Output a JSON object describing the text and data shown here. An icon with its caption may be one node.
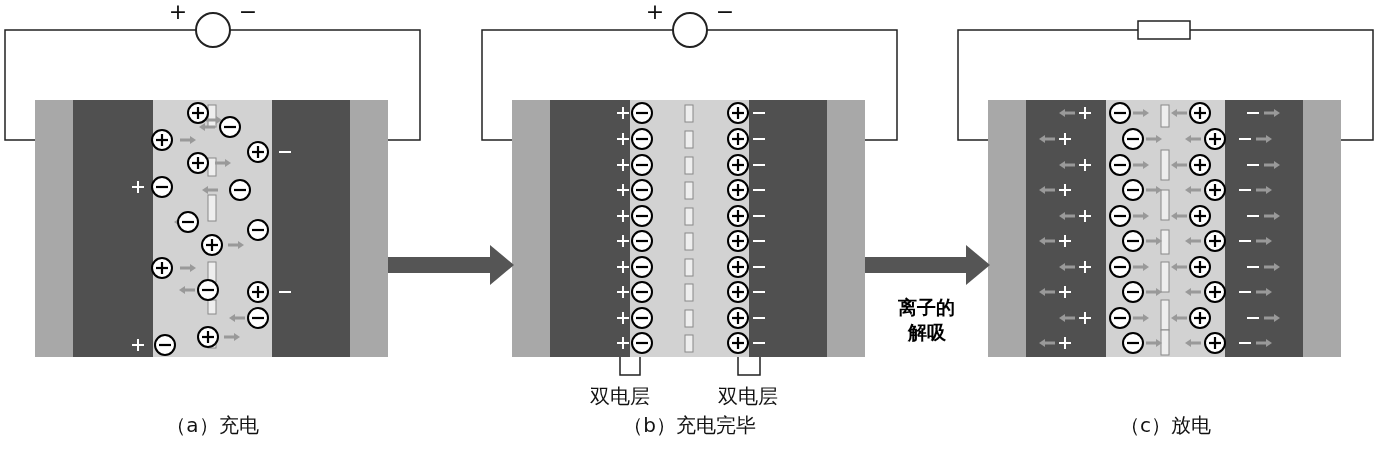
{
  "diagram": {
    "nodes": [
      {
        "text": [
          "（a）充电"
        ]
      },
      {
        "text": [
          "（b）充电完毕"
        ]
      },
      {
        "text": [
          "（c）放电"
        ]
      }
    ],
    "edges": [
      {
        "from": 0,
        "to": 1,
        "arrow": "to"
      },
      {
        "from": 1,
        "to": 2,
        "arrow": "to",
        "label": "离子的解吸"
      }
    ],
    "labels": [
      "+",
      "−",
      "+",
      "−",
      "双电层",
      "双电层"
    ]
  }
}
